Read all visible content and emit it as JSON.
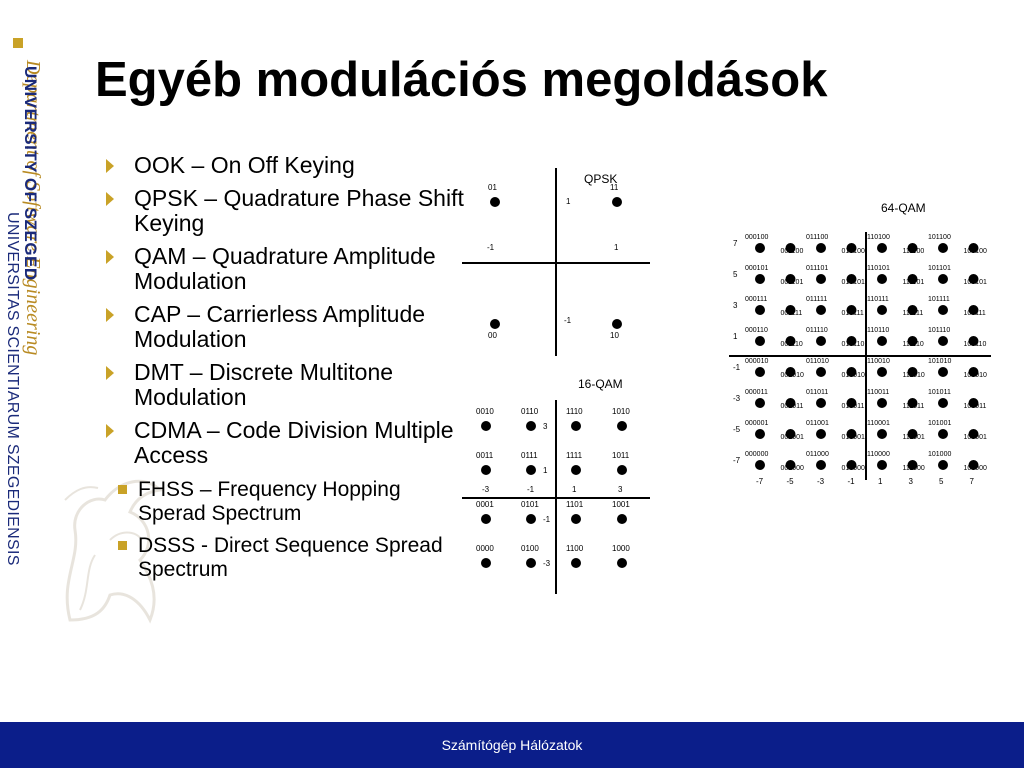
{
  "sidebar": {
    "university": "UNIVERSITY OF SZEGED",
    "motto": "Department of Software Engineering",
    "latin": "UNIVERSITAS SCIENTIARUM SZEGEDIENSIS"
  },
  "title": "Egyéb modulációs megoldások",
  "bullets": [
    {
      "text": "OOK – On Off Keying"
    },
    {
      "text": "QPSK – Quadrature Phase Shift Keying"
    },
    {
      "text": "QAM – Quadrature Amplitude Modulation"
    },
    {
      "text": "CAP – Carrierless Amplitude Modulation"
    },
    {
      "text": "DMT – Discrete Multitone Modulation"
    },
    {
      "text": "CDMA – Code Division Multiple Access",
      "sub": [
        {
          "text": "FHSS – Frequency Hopping Sperad Spectrum"
        },
        {
          "text": "DSSS -  Direct Sequence Spread Spectrum"
        }
      ]
    }
  ],
  "qpsk": {
    "title": "QPSK",
    "points": [
      {
        "code": "01",
        "x": -1,
        "y": 1
      },
      {
        "code": "11",
        "x": 1,
        "y": 1
      },
      {
        "code": "00",
        "x": -1,
        "y": -1
      },
      {
        "code": "10",
        "x": 1,
        "y": -1
      }
    ],
    "ticks": [
      "-1",
      "1",
      "1",
      "-1"
    ]
  },
  "qam16": {
    "title": "16-QAM",
    "codes": [
      [
        "0010",
        "0110",
        "1110",
        "1010"
      ],
      [
        "0011",
        "0111",
        "1111",
        "1011"
      ],
      [
        "0001",
        "0101",
        "1101",
        "1001"
      ],
      [
        "0000",
        "0100",
        "1100",
        "1000"
      ]
    ],
    "x_ticks": [
      "-3",
      "-1",
      "1",
      "3"
    ],
    "y_ticks": [
      "3",
      "1",
      "-1",
      "-3"
    ]
  },
  "qam64": {
    "title": "64-QAM",
    "codes": [
      [
        "000100",
        "001100",
        "011100",
        "010100",
        "110100",
        "111100",
        "101100",
        "100100"
      ],
      [
        "000101",
        "001101",
        "011101",
        "010101",
        "110101",
        "111101",
        "101101",
        "100101"
      ],
      [
        "000111",
        "001111",
        "011111",
        "010111",
        "110111",
        "111111",
        "101111",
        "100111"
      ],
      [
        "000110",
        "001110",
        "011110",
        "010110",
        "110110",
        "111110",
        "101110",
        "100110"
      ],
      [
        "000010",
        "001010",
        "011010",
        "010010",
        "110010",
        "111010",
        "101010",
        "100010"
      ],
      [
        "000011",
        "001011",
        "011011",
        "010011",
        "110011",
        "111011",
        "101011",
        "100011"
      ],
      [
        "000001",
        "001001",
        "011001",
        "010001",
        "110001",
        "111001",
        "101001",
        "100001"
      ],
      [
        "000000",
        "001000",
        "011000",
        "010000",
        "110000",
        "111000",
        "101000",
        "100000"
      ]
    ],
    "x_ticks": [
      "-7",
      "-5",
      "-3",
      "-1",
      "1",
      "3",
      "5",
      "7"
    ],
    "y_ticks": [
      "7",
      "5",
      "3",
      "1",
      "-1",
      "-3",
      "-5",
      "-7"
    ]
  },
  "footer": {
    "text": "Számítógép Hálózatok"
  },
  "colors": {
    "accent": "#c9a227",
    "footer_bg": "#0b1e8a",
    "university_blue": "#1a2a7a"
  },
  "icons": {
    "bullet": "gold-triangle",
    "sub_bullet": "gold-square",
    "crest": "griffin-crest"
  }
}
